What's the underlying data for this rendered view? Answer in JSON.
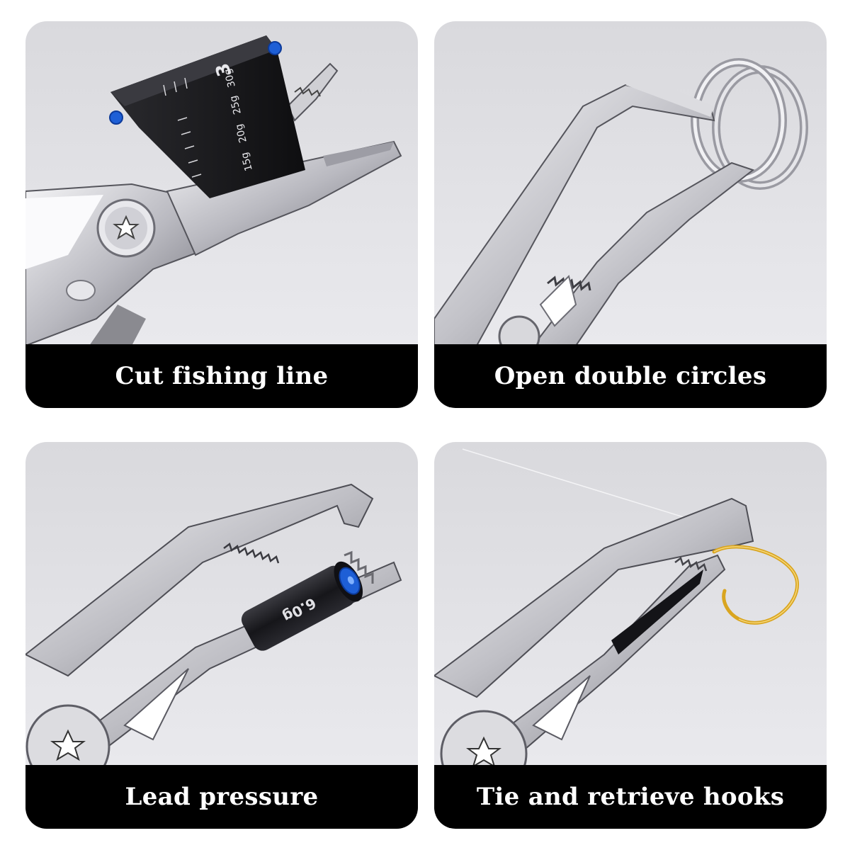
{
  "panels": [
    {
      "caption": "Cut fishing line"
    },
    {
      "caption": "Open double circles"
    },
    {
      "caption": "Lead pressure"
    },
    {
      "caption": "Tie and retrieve hooks"
    }
  ],
  "scale_markings": {
    "number": "3",
    "weights": [
      "15g",
      "20g",
      "25g",
      "30g"
    ],
    "cylinder_mark": "6.0g"
  },
  "colors": {
    "card_background": "#e2e2e6",
    "caption_bar": "#000000",
    "caption_text": "#ffffff",
    "accent_blue": "#1e5fd6",
    "hook_gold": "#d9a520"
  }
}
